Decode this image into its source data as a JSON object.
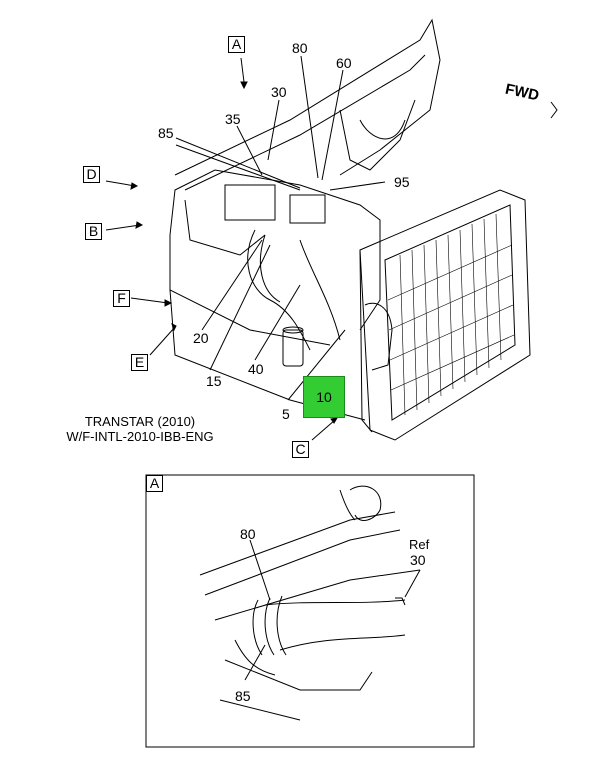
{
  "fwd_label": "FWD",
  "caption": {
    "line1": "TRANSTAR (2010)",
    "line2": "W/F-INTL-2010-IBB-ENG"
  },
  "view_labels": {
    "A": "A",
    "B": "B",
    "C": "C",
    "D": "D",
    "E": "E",
    "F": "F"
  },
  "callouts": {
    "c80": "80",
    "c60": "60",
    "c30": "30",
    "c35": "35",
    "c85": "85",
    "c95": "95",
    "c20": "20",
    "c15": "15",
    "c40": "40",
    "c5": "5",
    "c10": "10"
  },
  "detail": {
    "view_label": "A",
    "c80": "80",
    "ref_label": "Ref",
    "ref_num": "30",
    "c85": "85"
  },
  "colors": {
    "highlight": "#33cc33",
    "line": "#000000",
    "background": "#ffffff"
  }
}
